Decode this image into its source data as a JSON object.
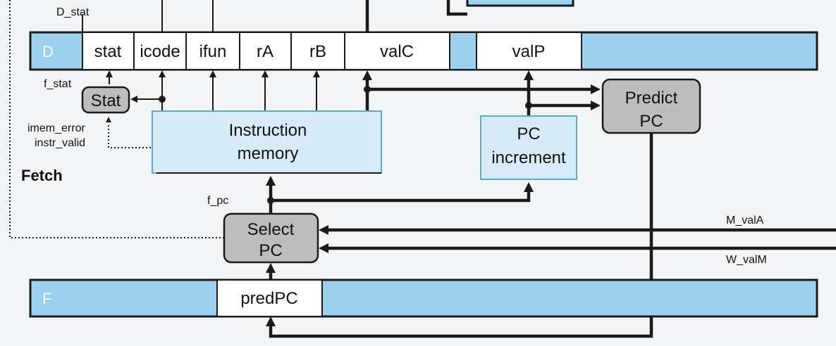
{
  "registers": {
    "d": {
      "name": "D",
      "fields": [
        "stat",
        "icode",
        "ifun",
        "rA",
        "rB",
        "valC",
        "valP"
      ]
    },
    "f": {
      "name": "F",
      "fields": [
        "predPC"
      ]
    }
  },
  "blocks": {
    "stat": "Stat",
    "instruction_memory": [
      "Instruction",
      "memory"
    ],
    "pc_increment": [
      "PC",
      "increment"
    ],
    "predict_pc": [
      "Predict",
      "PC"
    ],
    "select_pc": [
      "Select",
      "PC"
    ]
  },
  "signals": {
    "d_stat": "D_stat",
    "f_stat": "f_stat",
    "imem_error": "imem_error",
    "instr_valid": "instr_valid",
    "f_pc": "f_pc",
    "m_vala": "M_valA",
    "w_valm": "W_valM"
  },
  "stage_label": "Fetch",
  "colors": {
    "register_fill": "#9bd0ee",
    "hardware_fill": "#d6ebf7",
    "logic_fill": "#bdbdbd",
    "background": "#f3f4f6"
  }
}
